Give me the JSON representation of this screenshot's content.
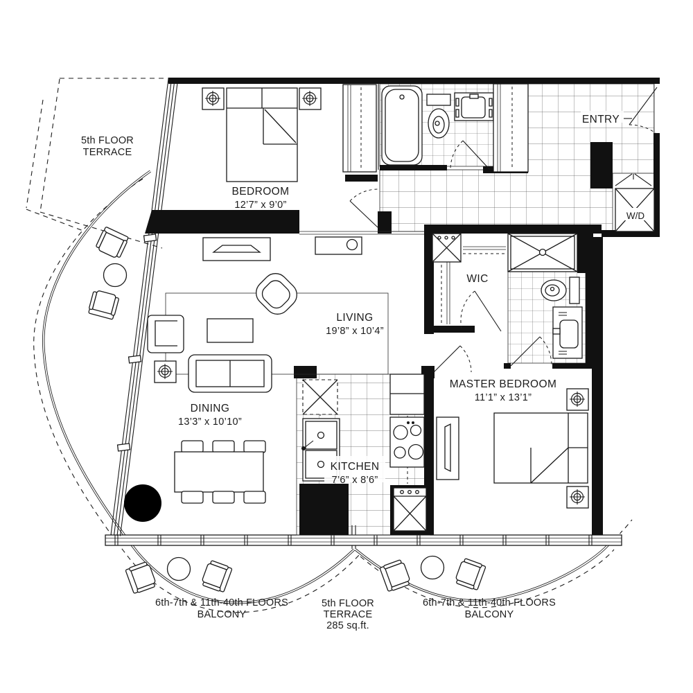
{
  "plan": {
    "colors": {
      "ink": "#1a1a1a",
      "background": "#ffffff"
    },
    "rooms": {
      "bedroom": {
        "name": "BEDROOM",
        "dims": "12’7” x 9’0”"
      },
      "living": {
        "name": "LIVING",
        "dims": "19’8” x 10’4”"
      },
      "dining": {
        "name": "DINING",
        "dims": "13’3” x 10’10”"
      },
      "kitchen": {
        "name": "KITCHEN",
        "dims": "7’6” x 8’6”"
      },
      "master": {
        "name": "MASTER BEDROOM",
        "dims": "11’1” x 13’1”"
      }
    },
    "labels": {
      "entry": "ENTRY",
      "wd": "W/D",
      "wic": "WIC"
    },
    "outdoor": {
      "terrace_top": {
        "line1": "5th FLOOR",
        "line2": "TERRACE"
      },
      "balcony_left": {
        "line1": "6th-7th & 11th-40th FLOORS",
        "line2": "BALCONY"
      },
      "terrace_bottom": {
        "line1": "5th FLOOR",
        "line2": "TERRACE",
        "line3": "285 sq.ft."
      },
      "balcony_right": {
        "line1": "6th-7th & 11th-40th FLOORS",
        "line2": "BALCONY"
      }
    }
  }
}
